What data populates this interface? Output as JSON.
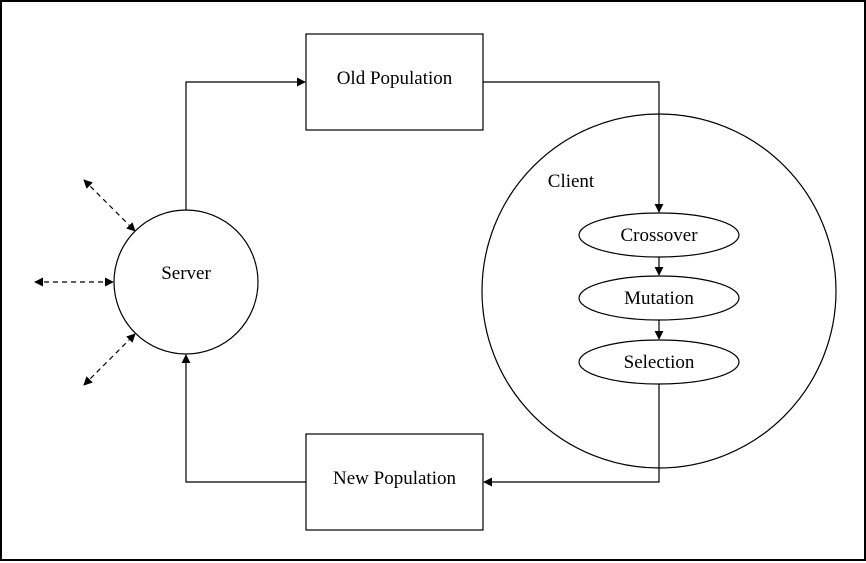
{
  "diagram": {
    "nodes": {
      "old_population": "Old Population",
      "new_population": "New Population",
      "server": "Server",
      "client": "Client",
      "crossover": "Crossover",
      "mutation": "Mutation",
      "selection": "Selection"
    },
    "edges": [
      {
        "from": "server",
        "to": "old_population"
      },
      {
        "from": "old_population",
        "to": "crossover"
      },
      {
        "from": "crossover",
        "to": "mutation"
      },
      {
        "from": "mutation",
        "to": "selection"
      },
      {
        "from": "selection",
        "to": "new_population"
      },
      {
        "from": "new_population",
        "to": "server"
      }
    ],
    "external_links": 3,
    "colors": {
      "stroke": "#000000",
      "background": "#ffffff"
    }
  }
}
